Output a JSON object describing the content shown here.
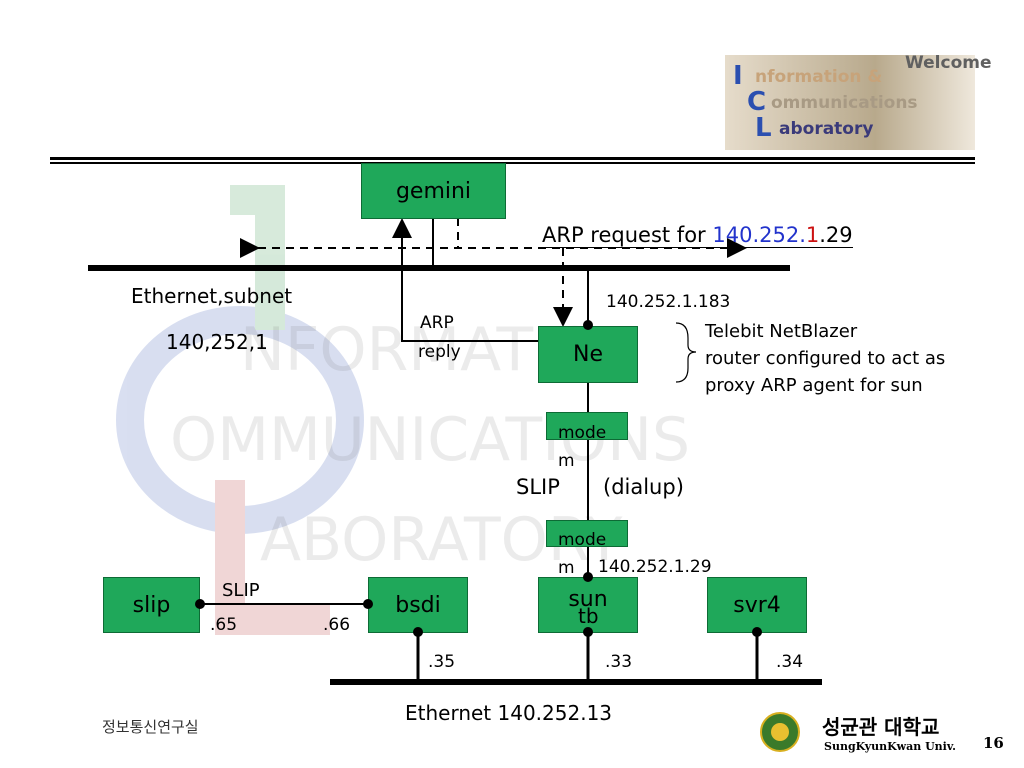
{
  "header": {
    "logo_lines": [
      "nformation &",
      "ommunications",
      "aboratory"
    ],
    "logo_initials": [
      "I",
      "C",
      "L"
    ],
    "welcome": "Welcome"
  },
  "nodes": {
    "gemini": "gemini",
    "ne": "Ne",
    "slip": "slip",
    "bsdi": "bsdi",
    "sun": "sun",
    "sun_suffix": "tb",
    "svr4": "svr4",
    "modem_top_line1": "mode",
    "modem_top_line2": "m",
    "modem_bot_line1": "mode",
    "modem_bot_line2": "m"
  },
  "labels": {
    "arp_request_prefix": "ARP request for ",
    "arp_request_ip_a": "140.252.",
    "arp_request_ip_b": "1",
    "arp_request_ip_c": ".29",
    "arp_reply_line1": "ARP",
    "arp_reply_line2": "reply",
    "ethernet_subnet": "Ethernet,subnet",
    "subnet_value": "140,252,1",
    "ne_ip": "140.252.1.183",
    "telebit_line1": "Telebit NetBlazer",
    "telebit_line2": "router configured to act as",
    "telebit_line3": "proxy ARP agent for sun",
    "slip_dialup_a": "SLIP",
    "slip_dialup_b": "(dialup)",
    "sun_ip": "140.252.1.29",
    "slip_link": "SLIP",
    "ip_65": ".65",
    "ip_66": ".66",
    "ip_35": ".35",
    "ip_33": ".33",
    "ip_34": ".34",
    "ethernet_bottom": "Ethernet 140.252.13"
  },
  "footer": {
    "lab_name": "정보통신연구실",
    "university_kr": "성균관 대학교",
    "university_en": "SungKyunKwan Univ.",
    "page_number": "16"
  },
  "colors": {
    "node_fill": "#1fa85a",
    "ip_blue": "#2233cc",
    "ip_red": "#cc1111"
  }
}
